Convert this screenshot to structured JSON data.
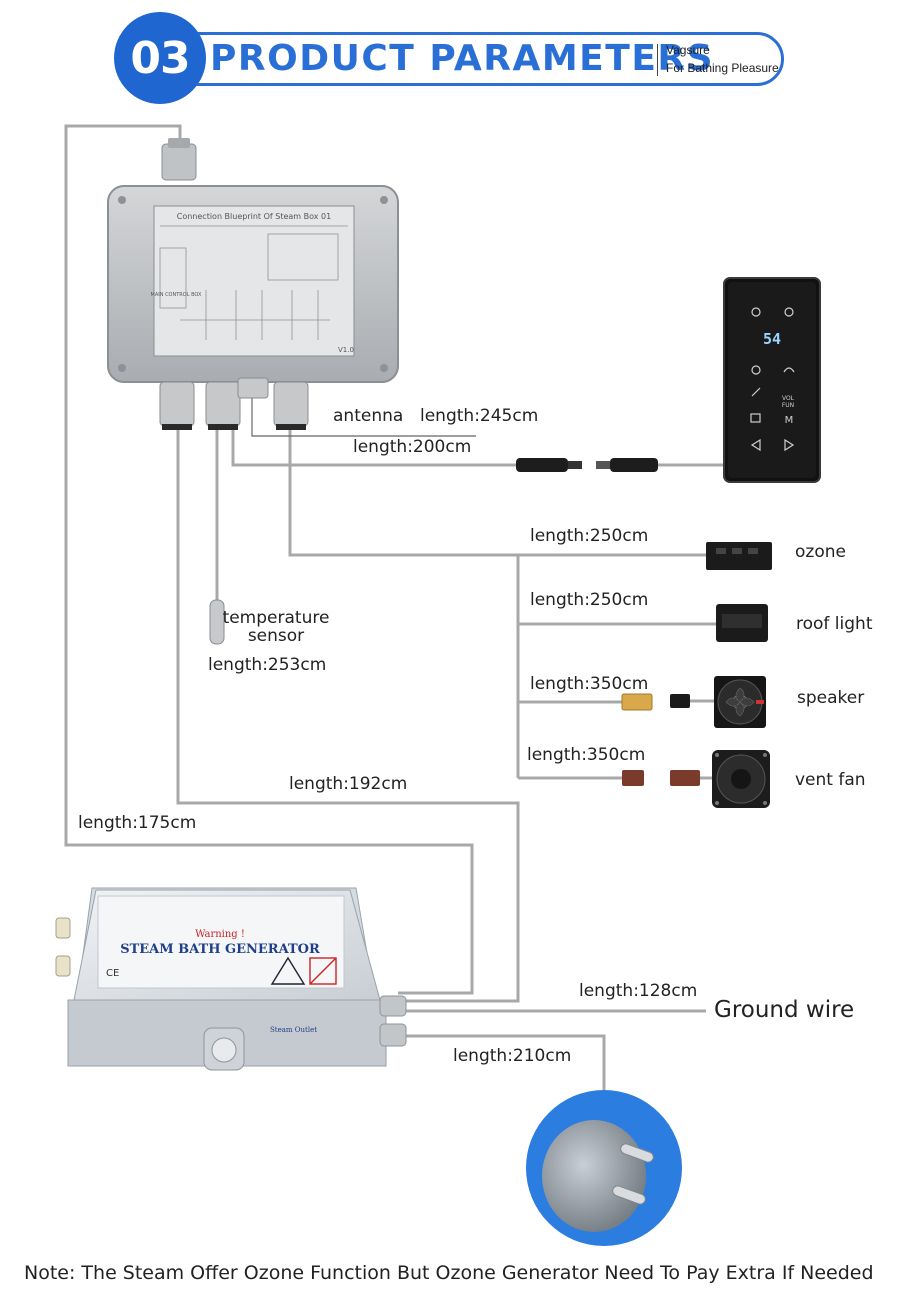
{
  "header": {
    "number": "03",
    "title": "PRODUCT PARAMETERS",
    "brand": "Vagsure",
    "tagline": "For Bathing Pleasure",
    "accent_color": "#1f66d1"
  },
  "control_box": {
    "title": "Connection Blueprint Of Steam Box 01",
    "section_label": "MAIN CONTROL BOX",
    "version": "V1.0"
  },
  "control_panel": {
    "display": "54",
    "icons": [
      "power-icon",
      "light-icon",
      "fan-icon",
      "steam-icon",
      "aroma-icon",
      "volume-icon",
      "calendar-icon",
      "mode-icon",
      "left-arrow-icon",
      "right-arrow-icon"
    ],
    "mode_label": "M",
    "vol_label": "VOL",
    "fun_label": "FUN"
  },
  "generator": {
    "title": "STEAM BATH GENERATOR",
    "warning": "Warning !",
    "outlet_label": "Steam Outlet",
    "ce_mark": "CE"
  },
  "labels": {
    "antenna": "antenna",
    "antenna_length": "length:245cm",
    "panel_length": "length:200cm",
    "ozone_length": "length:250cm",
    "ozone": "ozone",
    "roof_light_length": "length:250cm",
    "roof_light": "roof light",
    "speaker_length": "length:350cm",
    "speaker": "speaker",
    "vent_fan_length": "length:350cm",
    "vent_fan": "vent fan",
    "temp_sensor_line1": "temperature",
    "temp_sensor_line2": "sensor",
    "temp_sensor_length": "length:253cm",
    "generator_signal_length": "length:192cm",
    "generator_power_length": "length:175cm",
    "ground_length": "length:128cm",
    "ground_wire": "Ground wire",
    "plug_length": "length:210cm"
  },
  "footer": {
    "note": "Note: The Steam Offer Ozone Function But Ozone Generator Need To Pay Extra If Needed"
  }
}
